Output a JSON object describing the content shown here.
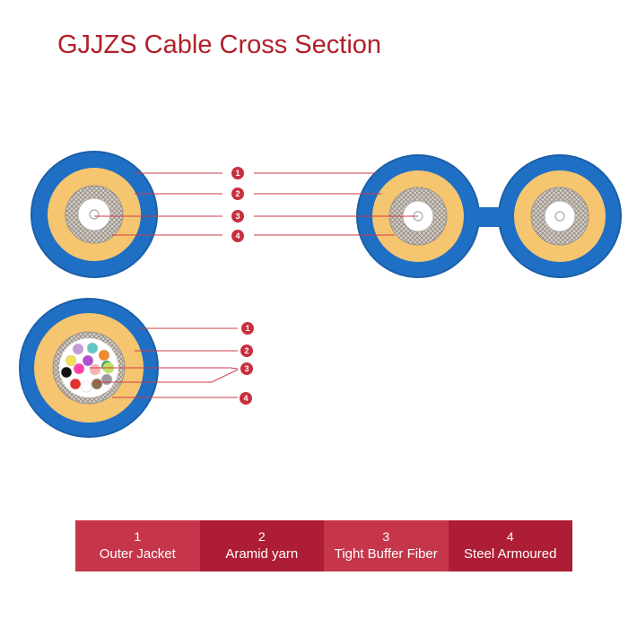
{
  "title": "GJJZS Cable Cross Section",
  "markers": [
    "1",
    "2",
    "3",
    "4"
  ],
  "legend": [
    {
      "number": "1",
      "label": "Outer Jacket"
    },
    {
      "number": "2",
      "label": "Aramid yarn"
    },
    {
      "number": "3",
      "label": "Tight Buffer Fiber"
    },
    {
      "number": "4",
      "label": "Steel Armoured"
    }
  ],
  "colors": {
    "title": "#b1202a",
    "jacket": "#1f6fc4",
    "jacket_edge": "#1a5fa8",
    "aramid": "#f6c56f",
    "armour": "#cfc8c0",
    "leader_line": "#cc3b4a",
    "marker": "#c8303e",
    "legend_cells": [
      "#c5364a",
      "#ad1d35",
      "#c5364a",
      "#ad1d35"
    ]
  },
  "fiber_colors": [
    "#c49bd6",
    "#5fc7c9",
    "#f08a2b",
    "#f2e05a",
    "#b04fd0",
    "#2ea84a",
    "#ff3fb0",
    "#f8b4b4",
    "#bfe060",
    "#111111",
    "#e53030",
    "#ffffff",
    "#8a6d4e",
    "#9a9a9a"
  ]
}
